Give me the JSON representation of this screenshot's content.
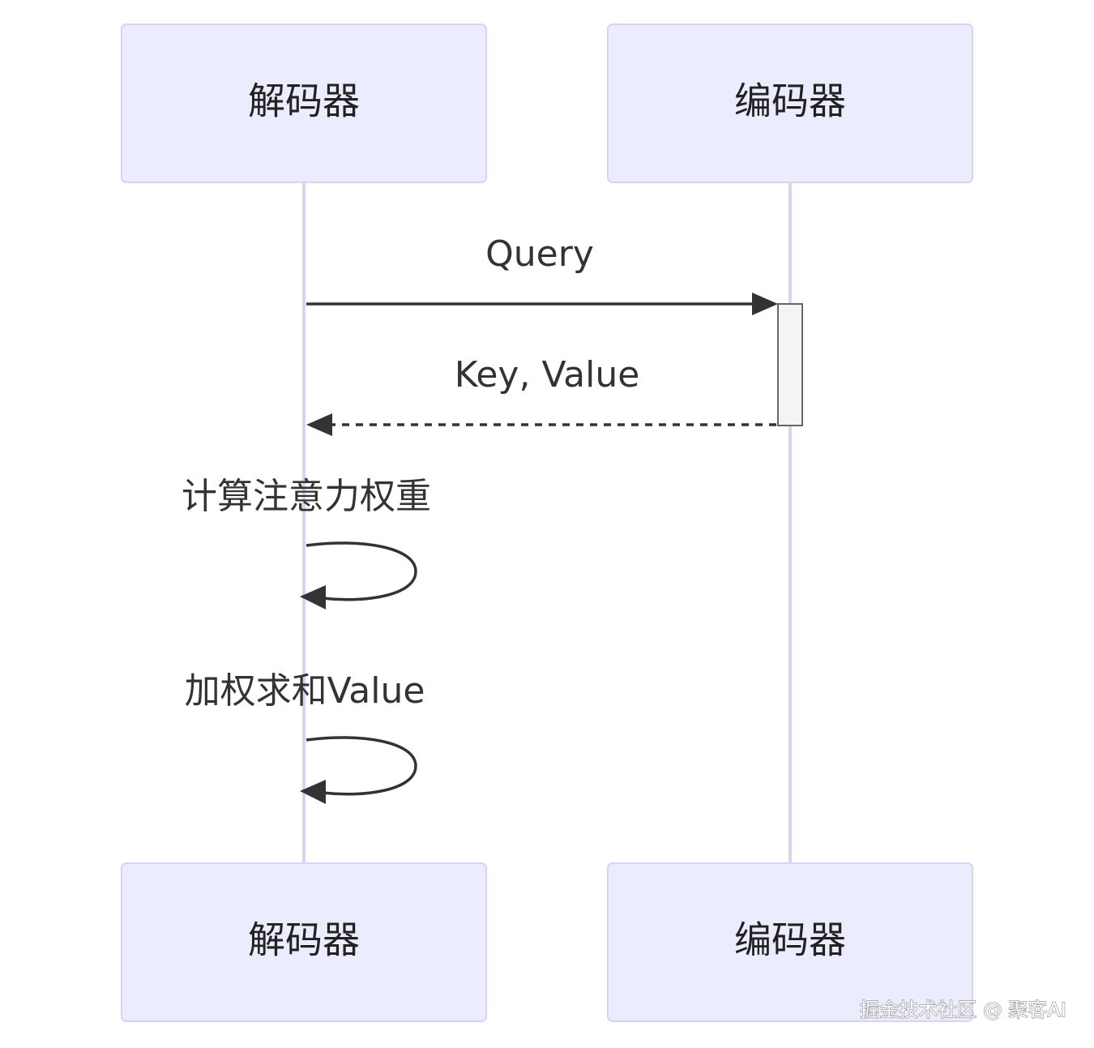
{
  "participants": {
    "decoder": "解码器",
    "encoder": "编码器"
  },
  "messages": {
    "query": "Query",
    "key_value": "Key, Value",
    "compute_weights": "计算注意力权重",
    "weighted_sum": "加权求和Value"
  },
  "watermark": "掘金技术社区 @ 聚客AI",
  "colors": {
    "actor_fill": "#ECECFF",
    "actor_border": "#D7D3F3",
    "line": "#333333",
    "activation_fill": "#F4F4F4"
  }
}
